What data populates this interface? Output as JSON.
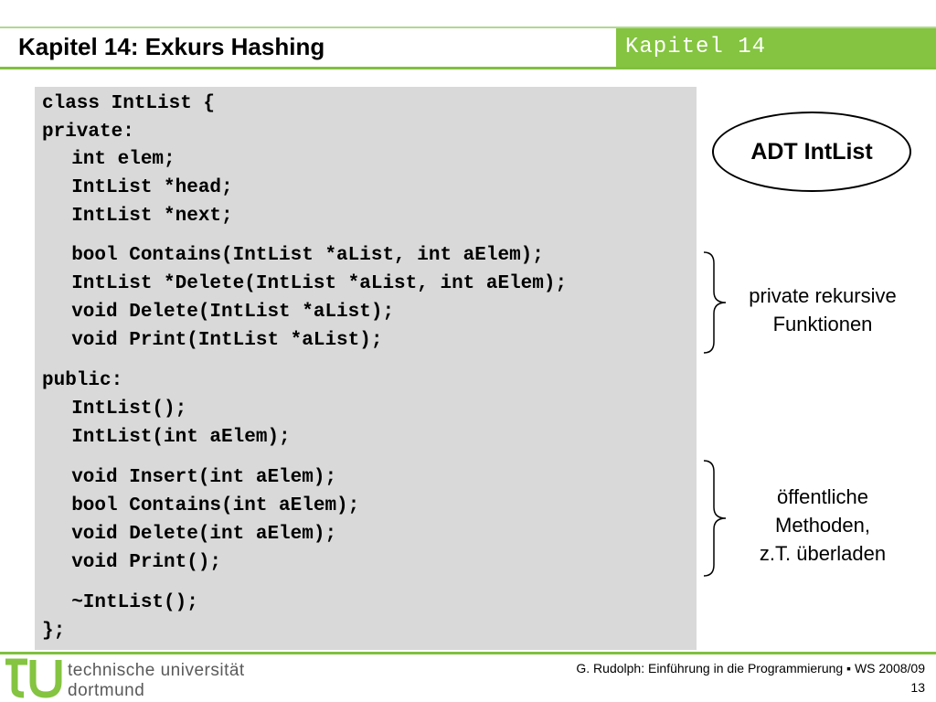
{
  "header": {
    "title": "Kapitel 14: Exkurs Hashing",
    "chapter_tab": "Kapitel 14"
  },
  "code": {
    "lines": [
      "class IntList {",
      "private:",
      "  int elem;",
      "  IntList *head;",
      "  IntList *next;",
      "  bool Contains(IntList *aList, int aElem);",
      "  IntList *Delete(IntList *aList, int aElem);",
      "  void Delete(IntList *aList);",
      "  void Print(IntList *aList);",
      "public:",
      "  IntList();",
      "  IntList(int aElem);",
      "  void Insert(int aElem);",
      "  bool Contains(int aElem);",
      "  void Delete(int aElem);",
      "  void Print();",
      "  ~IntList();",
      "};"
    ]
  },
  "annotations": {
    "adt_label": "ADT IntList",
    "private_label_1": "private rekursive",
    "private_label_2": "Funktionen",
    "public_label_1": "öffentliche",
    "public_label_2": "Methoden,",
    "public_label_3": "z.T. überladen"
  },
  "footer": {
    "university_line1": "technische universität",
    "university_line2": "dortmund",
    "course": "G. Rudolph: Einführung in die Programmierung ▪ WS 2008/09",
    "page_number": "13"
  },
  "colors": {
    "accent_green": "#84c440",
    "code_background": "#d9d9d9",
    "logo_green": "#84c440"
  }
}
